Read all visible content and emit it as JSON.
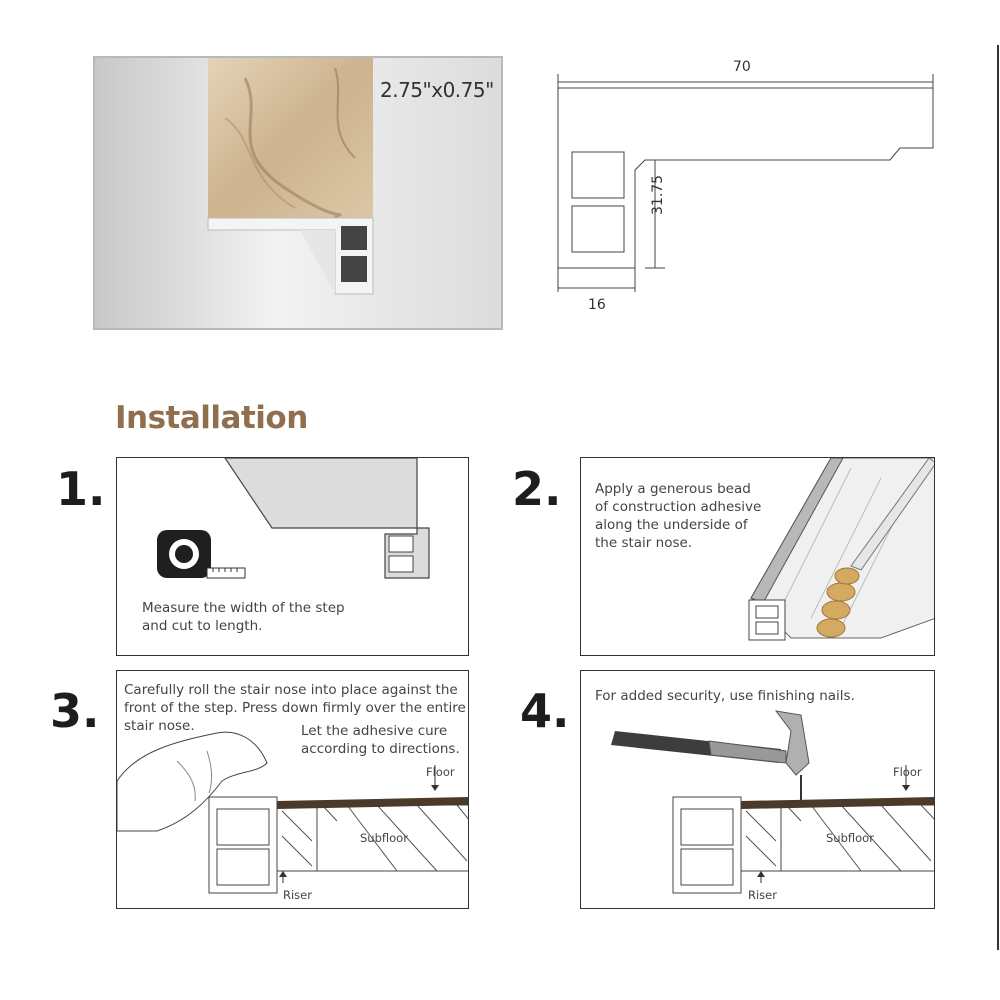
{
  "product": {
    "size_label": "2.75\"x0.75\"",
    "colors": {
      "heading": "#8f6f4d",
      "wood": "#d8c3a3"
    }
  },
  "drawing": {
    "width": "70",
    "height": "31.75",
    "depth": "16"
  },
  "section": {
    "title": "Installation"
  },
  "steps": [
    {
      "number": "1.",
      "text": [
        "Measure the width of the step",
        "and cut to length."
      ]
    },
    {
      "number": "2.",
      "text": [
        "Apply a generous bead",
        "of construction adhesive",
        "along the underside of",
        "the stair nose."
      ]
    },
    {
      "number": "3.",
      "text": [
        "Carefully roll the stair nose into place against the",
        "front of the step. Press down firmly over the entire",
        "stair nose."
      ],
      "text2": [
        "Let the adhesive cure",
        "according to directions."
      ],
      "labels": {
        "floor": "Floor",
        "subfloor": "Subfloor",
        "riser": "Riser"
      }
    },
    {
      "number": "4.",
      "text": [
        "For added security, use finishing nails."
      ],
      "labels": {
        "floor": "Floor",
        "subfloor": "Subfloor",
        "riser": "Riser"
      }
    }
  ]
}
